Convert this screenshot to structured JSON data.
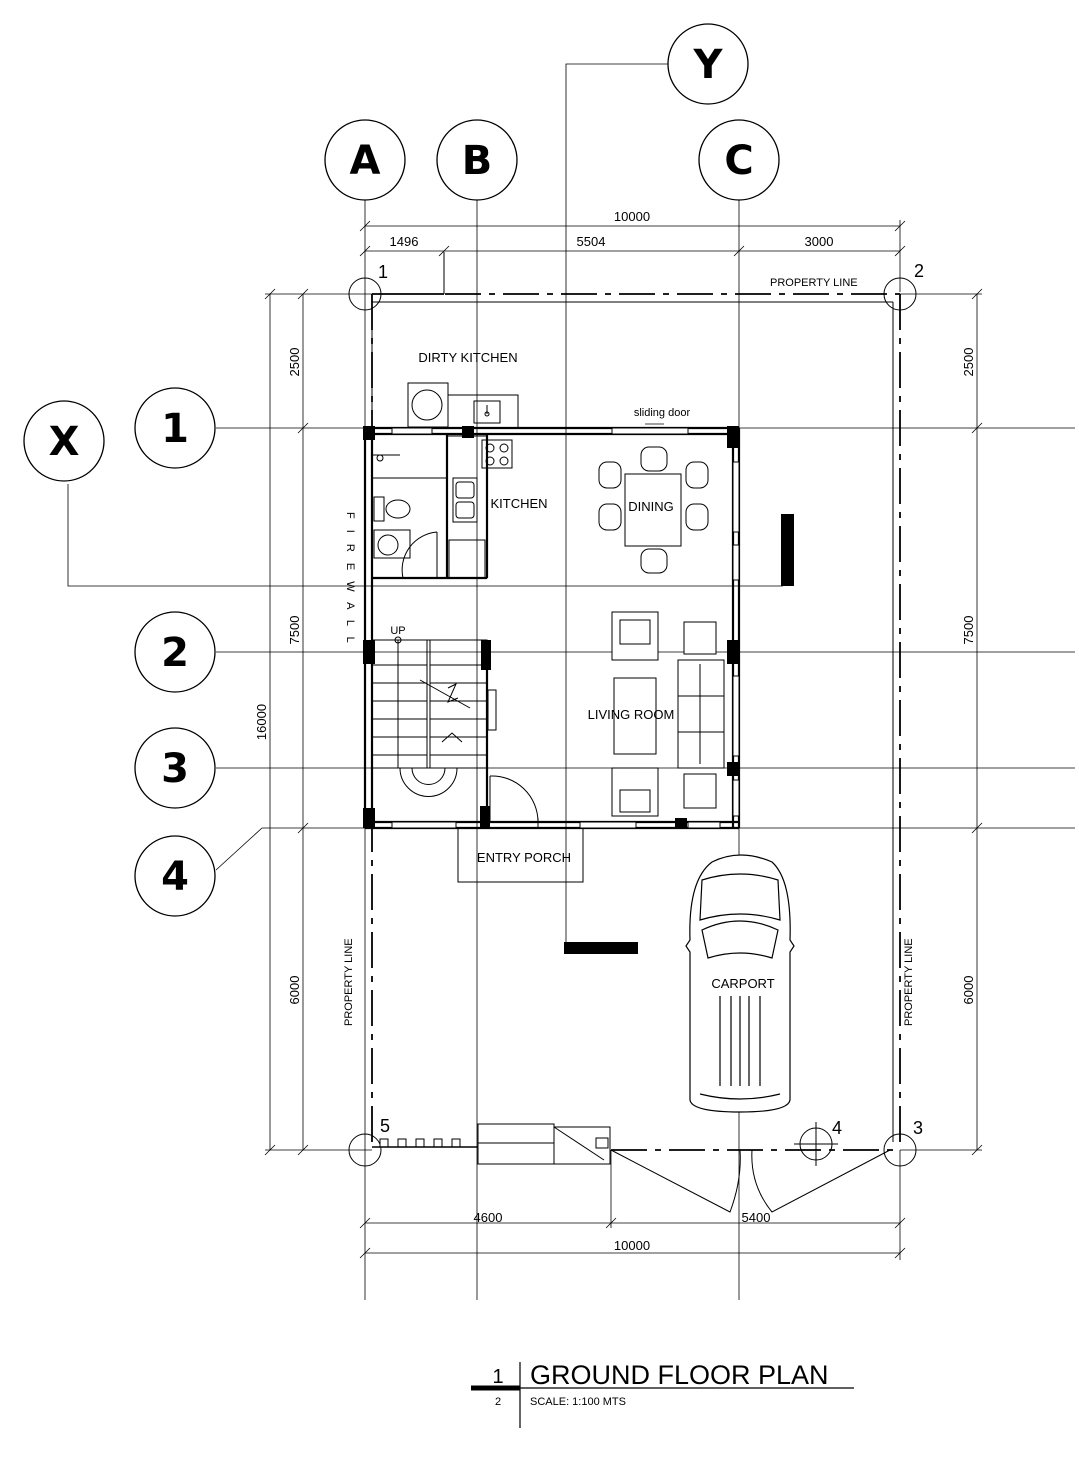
{
  "grid": {
    "columns": [
      "A",
      "B",
      "C"
    ],
    "rows": [
      "1",
      "2",
      "3",
      "4"
    ],
    "sections": [
      "X",
      "Y"
    ]
  },
  "corners": [
    "1",
    "2",
    "3",
    "4",
    "5"
  ],
  "dimensions": {
    "top_total": "10000",
    "top_a": "1496",
    "top_b": "5504",
    "top_c": "3000",
    "left_2500": "2500",
    "left_7500": "7500",
    "left_6000": "6000",
    "left_total": "16000",
    "right_2500": "2500",
    "right_7500": "7500",
    "right_6000": "6000",
    "bottom_a": "4600",
    "bottom_b": "5400",
    "bottom_total": "10000"
  },
  "rooms": {
    "dirty_kitchen": "DIRTY KITCHEN",
    "kitchen": "KITCHEN",
    "dining": "DINING",
    "living_room": "LIVING ROOM",
    "entry_porch": "ENTRY PORCH",
    "carport": "CARPORT"
  },
  "labels": {
    "property_line": "PROPERTY LINE",
    "sliding_door": "sliding door",
    "up": "UP",
    "firewall": "F I R E W A L L"
  },
  "title_block": {
    "number": "1",
    "sheet": "2",
    "title": "GROUND FLOOR PLAN",
    "scale": "SCALE:  1:100 MTS"
  }
}
